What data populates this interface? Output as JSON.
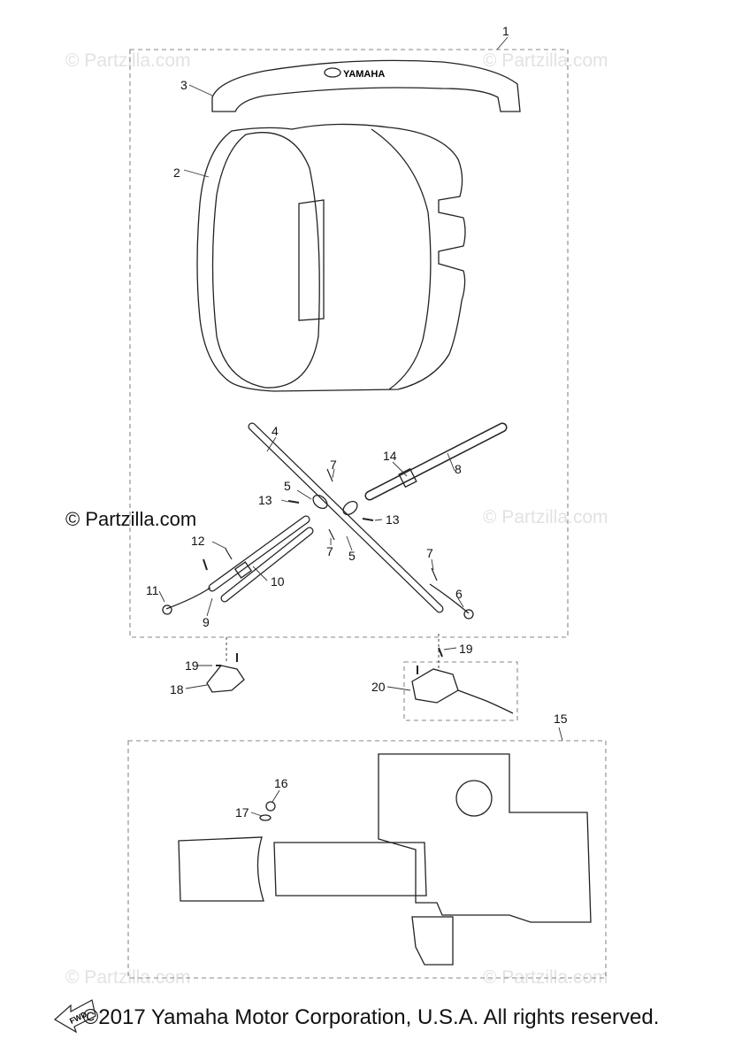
{
  "watermark": "© Partzilla.com",
  "watermark_primary": "© Partzilla.com",
  "copyright": "©2017  Yamaha Motor Corporation, U.S.A. All rights reserved.",
  "brand_text": "YAMAHA",
  "fwd_label": "FWD",
  "callouts": {
    "c1": "1",
    "c2": "2",
    "c3": "3",
    "c4": "4",
    "c5a": "5",
    "c5b": "5",
    "c6": "6",
    "c7a": "7",
    "c7b": "7",
    "c7c": "7",
    "c8": "8",
    "c9": "9",
    "c10": "10",
    "c11": "11",
    "c12": "12",
    "c13a": "13",
    "c13b": "13",
    "c14": "14",
    "c15": "15",
    "c16": "16",
    "c17": "17",
    "c18": "18",
    "c19a": "19",
    "c19b": "19",
    "c20": "20"
  }
}
